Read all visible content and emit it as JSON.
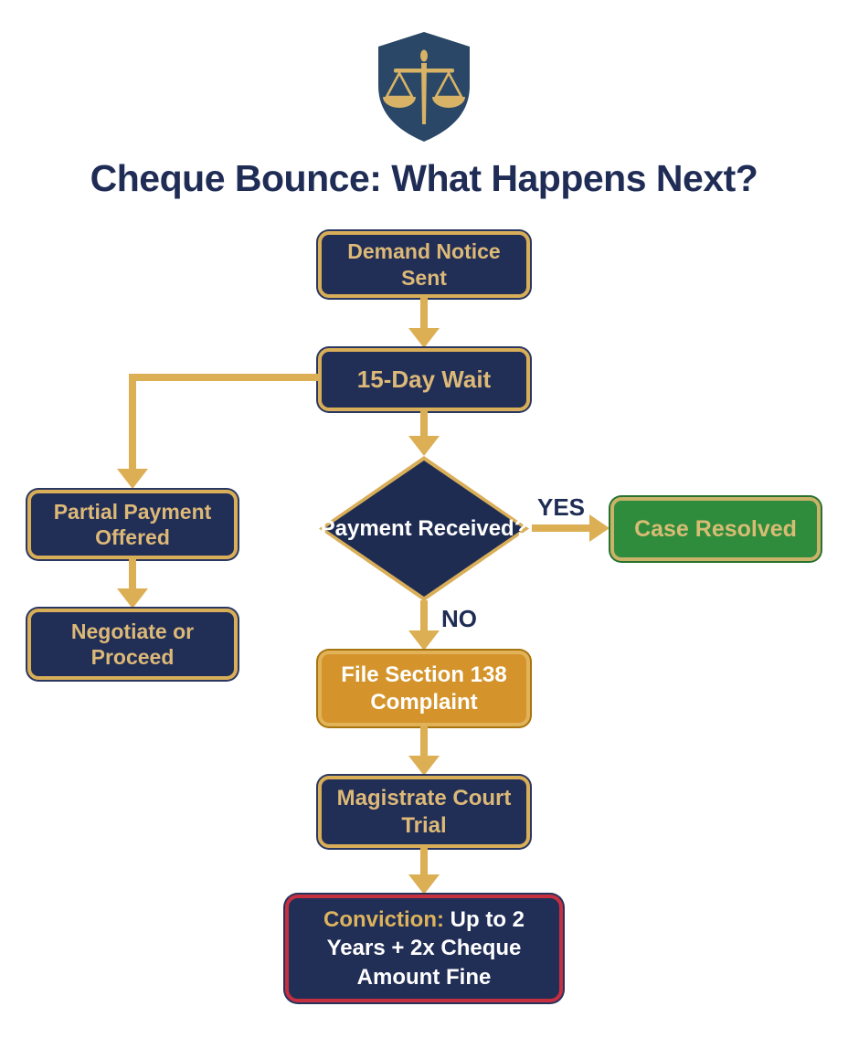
{
  "title": "Cheque Bounce: What Happens Next?",
  "logo": {
    "icon": "scales-of-justice-shield-icon",
    "shield_color": "#2A4767",
    "gold_color": "#D8B266"
  },
  "colors": {
    "navy_fill": "#212E56",
    "gold_border": "#D9AE58",
    "gold_text": "#DDB978",
    "green_fill": "#2E8C3C",
    "orange_fill": "#D4942B",
    "red_border": "#C52F3F",
    "title_text": "#1F2C55",
    "arrow": "#DCAF55",
    "white_text": "#FFFFFF"
  },
  "nodes": {
    "demand": {
      "label": "Demand Notice Sent"
    },
    "wait": {
      "label": "15-Day Wait"
    },
    "partial": {
      "label": "Partial Payment Offered"
    },
    "negotiate": {
      "label": "Negotiate or Proceed"
    },
    "decision": {
      "label": "Payment Received?"
    },
    "resolved": {
      "label": "Case Resolved"
    },
    "complaint": {
      "label": "File Section 138 Complaint"
    },
    "trial": {
      "label": "Magistrate Court Trial"
    },
    "conviction": {
      "label_prefix": "Conviction:",
      "label_rest": " Up to 2 Years + 2x Cheque Amount Fine"
    }
  },
  "edge_labels": {
    "yes": "YES",
    "no": "NO"
  }
}
